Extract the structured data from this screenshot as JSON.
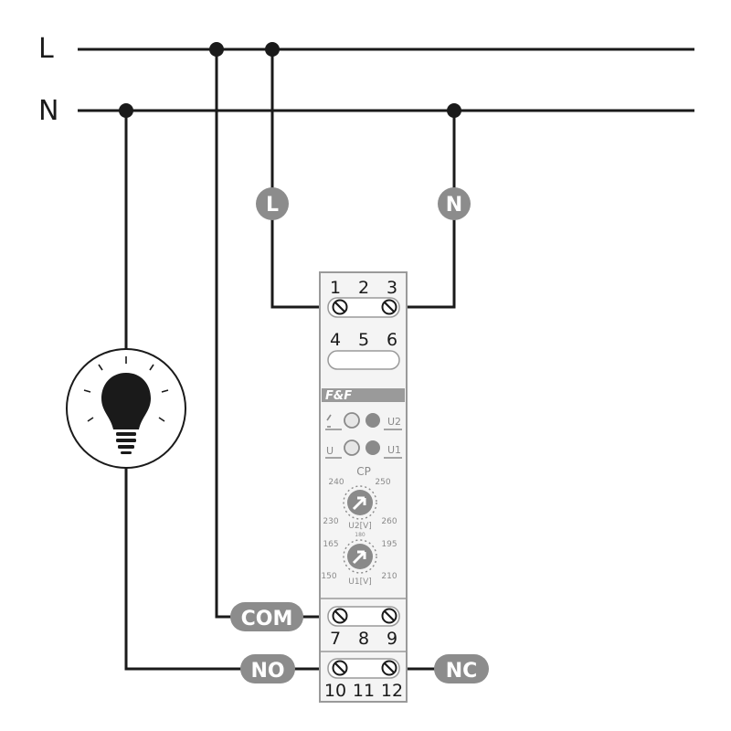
{
  "rails": {
    "line_label": "L",
    "neutral_label": "N"
  },
  "tags": {
    "line": "L",
    "neutral": "N",
    "com": "COM",
    "no": "NO",
    "nc": "NC"
  },
  "terminals": {
    "top_row1": [
      "1",
      "2",
      "3"
    ],
    "top_row2": [
      "4",
      "5",
      "6"
    ],
    "bottom_row1": [
      "7",
      "8",
      "9"
    ],
    "bottom_row2": [
      "10",
      "11",
      "12"
    ]
  },
  "device": {
    "brand": "F&F",
    "led_u2": "U2",
    "led_u1": "U1",
    "led_relay": "U",
    "mode": "CP",
    "knob_u2": {
      "label": "U2[V]",
      "min": "230",
      "left": "240",
      "right": "250",
      "max": "260"
    },
    "knob_u1": {
      "label": "U1[V]",
      "top": "180",
      "min": "150",
      "left": "165",
      "right": "195",
      "max": "210"
    }
  },
  "colors": {
    "wire": "#1a1a1a",
    "tag": "#8c8c8c",
    "device_outline": "#9a9a9a"
  },
  "icons": {
    "lamp": "light-bulb-icon"
  }
}
